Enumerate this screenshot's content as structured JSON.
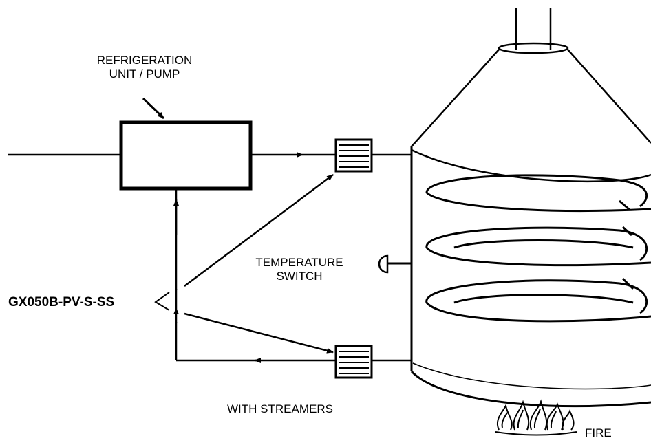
{
  "labels": {
    "refrigeration_unit_line1": "REFRIGERATION",
    "refrigeration_unit_line2": "UNIT / PUMP",
    "temperature_switch_line1": "TEMPERATURE",
    "temperature_switch_line2": "SWITCH",
    "part_number": "GX050B-PV-S-SS",
    "with_streamers": "WITH STREAMERS",
    "fire": "FIRE"
  },
  "colors": {
    "ink": "#000000",
    "background": "#ffffff"
  }
}
